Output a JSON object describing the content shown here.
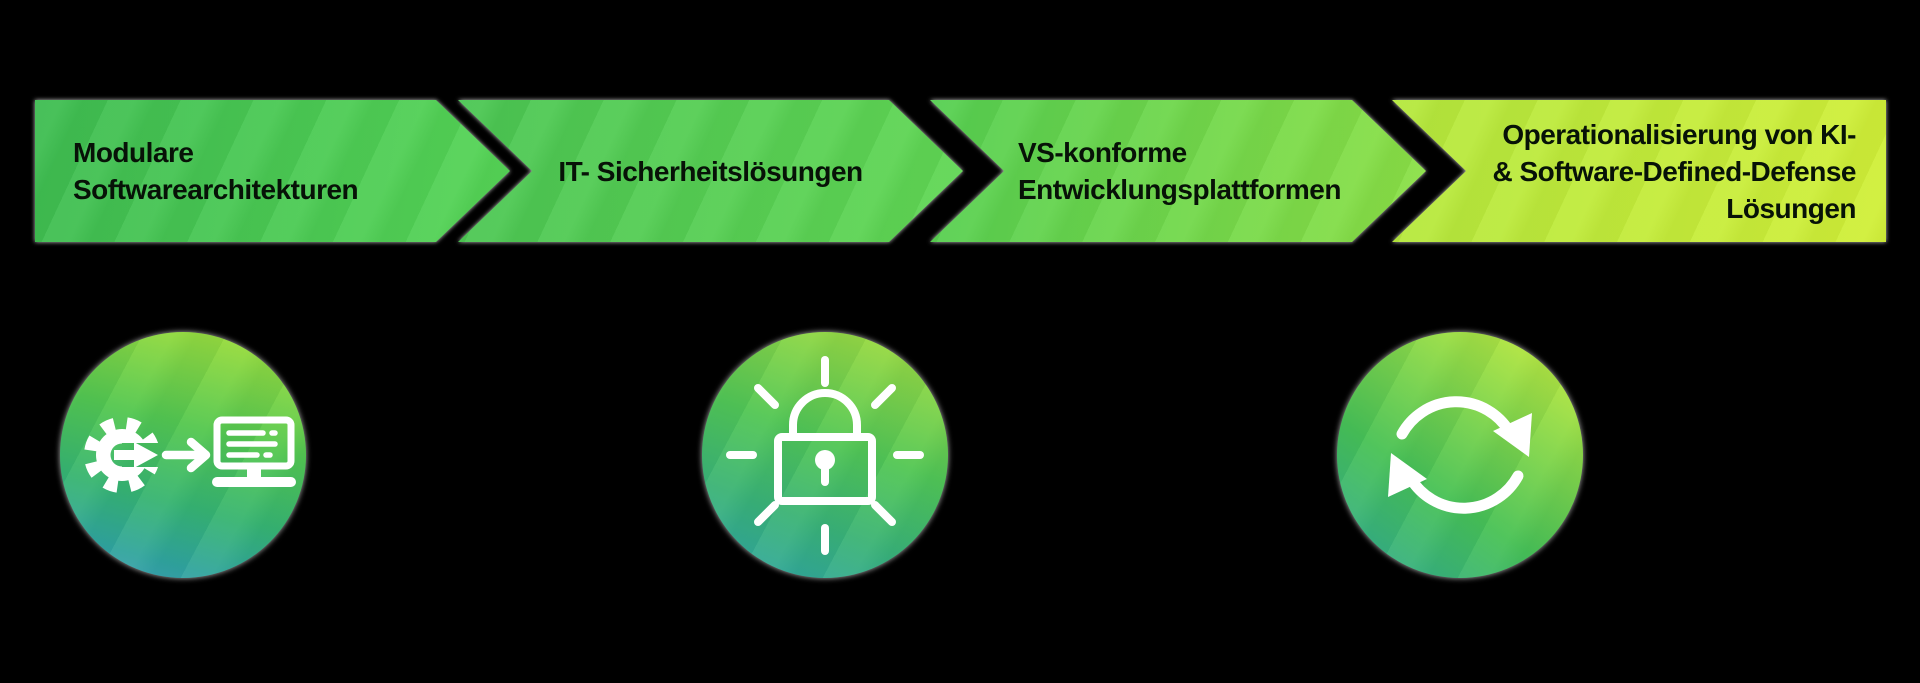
{
  "diagram": {
    "background_color": "#000000",
    "language": "de"
  },
  "process_banners": [
    {
      "step": 1,
      "lines": [
        "Modulare",
        "Softwarearchitekturen"
      ]
    },
    {
      "step": 2,
      "lines": [
        "IT- Sicherheitslösungen"
      ]
    },
    {
      "step": 3,
      "lines": [
        "VS-konforme",
        "Entwicklungsplattformen"
      ]
    },
    {
      "step": 4,
      "lines": [
        "Operationalisierung von KI-",
        "& Software-Defined-Defense",
        "Lösungen"
      ]
    }
  ],
  "icon_badges": [
    {
      "icon": "gear-arrow-computer-icon"
    },
    {
      "icon": "padlock-with-rays-icon"
    },
    {
      "icon": "sync-arrows-icon"
    }
  ],
  "palette": {
    "banner_text": "#071207",
    "banner1_gradient": [
      "#3ebd51",
      "#56d556"
    ],
    "banner2_gradient": [
      "#4bc653",
      "#61d754"
    ],
    "banner3_gradient": [
      "#55cf51",
      "#8ce046"
    ],
    "banner4_gradient": [
      "#b4e83d",
      "#d1ef38"
    ],
    "badge_gradient_top": "#a8e034",
    "badge_gradient_mid": "#46c152",
    "badge_gradient_bottom": "#2fa4a0",
    "icon_stroke": "#ffffff",
    "edge_halo": "#cdcdcd",
    "gap_color": "#000000"
  }
}
